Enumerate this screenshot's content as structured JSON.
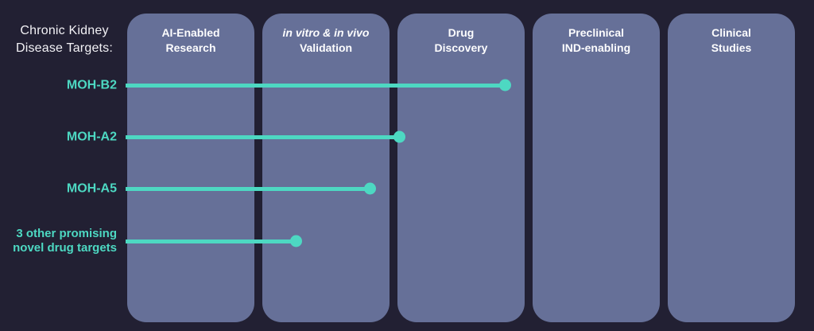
{
  "colors": {
    "bg": "#222033",
    "col": "#667098",
    "accent": "#4dd8c2"
  },
  "title": "Chronic Kidney Disease Targets:",
  "stages": [
    {
      "line1": "AI-Enabled",
      "line2": "Research"
    },
    {
      "line1": "in vitro & in vivo",
      "line2": "Validation"
    },
    {
      "line1": "Drug",
      "line2": "Discovery"
    },
    {
      "line1": "Preclinical",
      "line2": "IND-enabling"
    },
    {
      "line1": "Clinical",
      "line2": "Studies"
    }
  ],
  "chart_data": {
    "type": "bar",
    "orientation": "horizontal",
    "title": "Chronic Kidney Disease Targets:",
    "categories": [
      "AI-Enabled Research",
      "in vitro & in vivo Validation",
      "Drug Discovery",
      "Preclinical IND-enabling",
      "Clinical Studies"
    ],
    "xlim": [
      0,
      5
    ],
    "legend": "none",
    "grid": "off",
    "accent_color": "#4dd8c2",
    "rows": [
      {
        "label": "MOH-B2",
        "progress_stages": 2.85,
        "current_stage": "Drug Discovery"
      },
      {
        "label": "MOH-A2",
        "progress_stages": 2.02,
        "current_stage": "Drug Discovery"
      },
      {
        "label": "MOH-A5",
        "progress_stages": 1.85,
        "current_stage": "in vitro & in vivo Validation"
      },
      {
        "label": "3 other promising novel drug targets",
        "progress_stages": 1.27,
        "current_stage": "in vitro & in vivo Validation"
      }
    ]
  }
}
